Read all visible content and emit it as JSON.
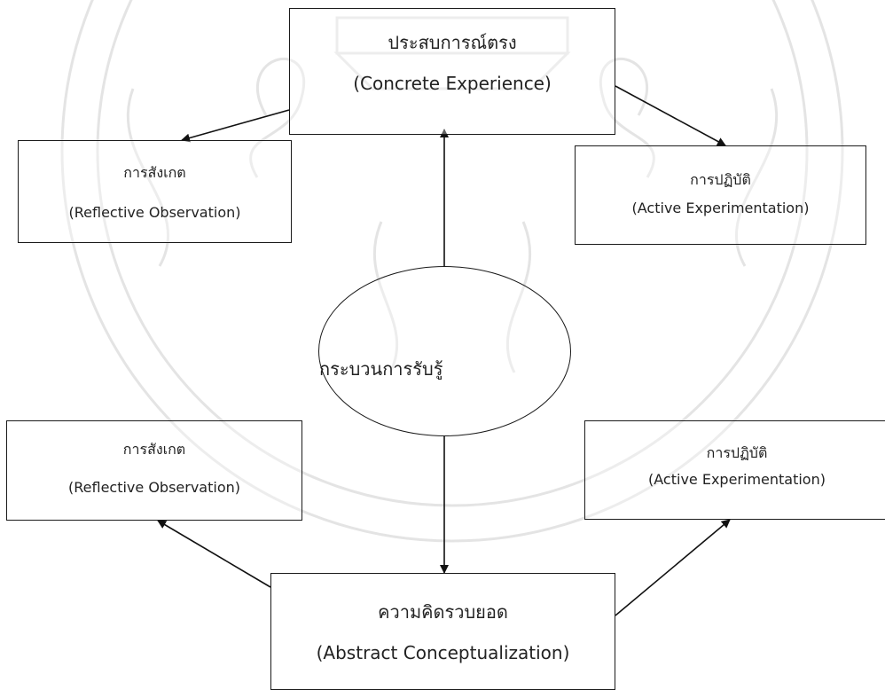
{
  "nodes": {
    "concrete": {
      "thai": "ประสบการณ์ตรง",
      "english": "(Concrete Experience)"
    },
    "observation_top": {
      "thai": "การสังเกต",
      "english": "(Reflective Observation)"
    },
    "active_top": {
      "thai": "การปฏิบัติ",
      "english": "(Active Experimentation)"
    },
    "perception": {
      "thai": "กระบวนการรับรู้"
    },
    "observation_bottom": {
      "thai": "การสังเกต",
      "english": "(Reflective Observation)"
    },
    "active_bottom": {
      "thai": "การปฏิบัติ",
      "english": "(Active Experimentation)"
    },
    "abstract": {
      "thai": "ความคิดรวบยอด",
      "english": "(Abstract Conceptualization)"
    }
  }
}
